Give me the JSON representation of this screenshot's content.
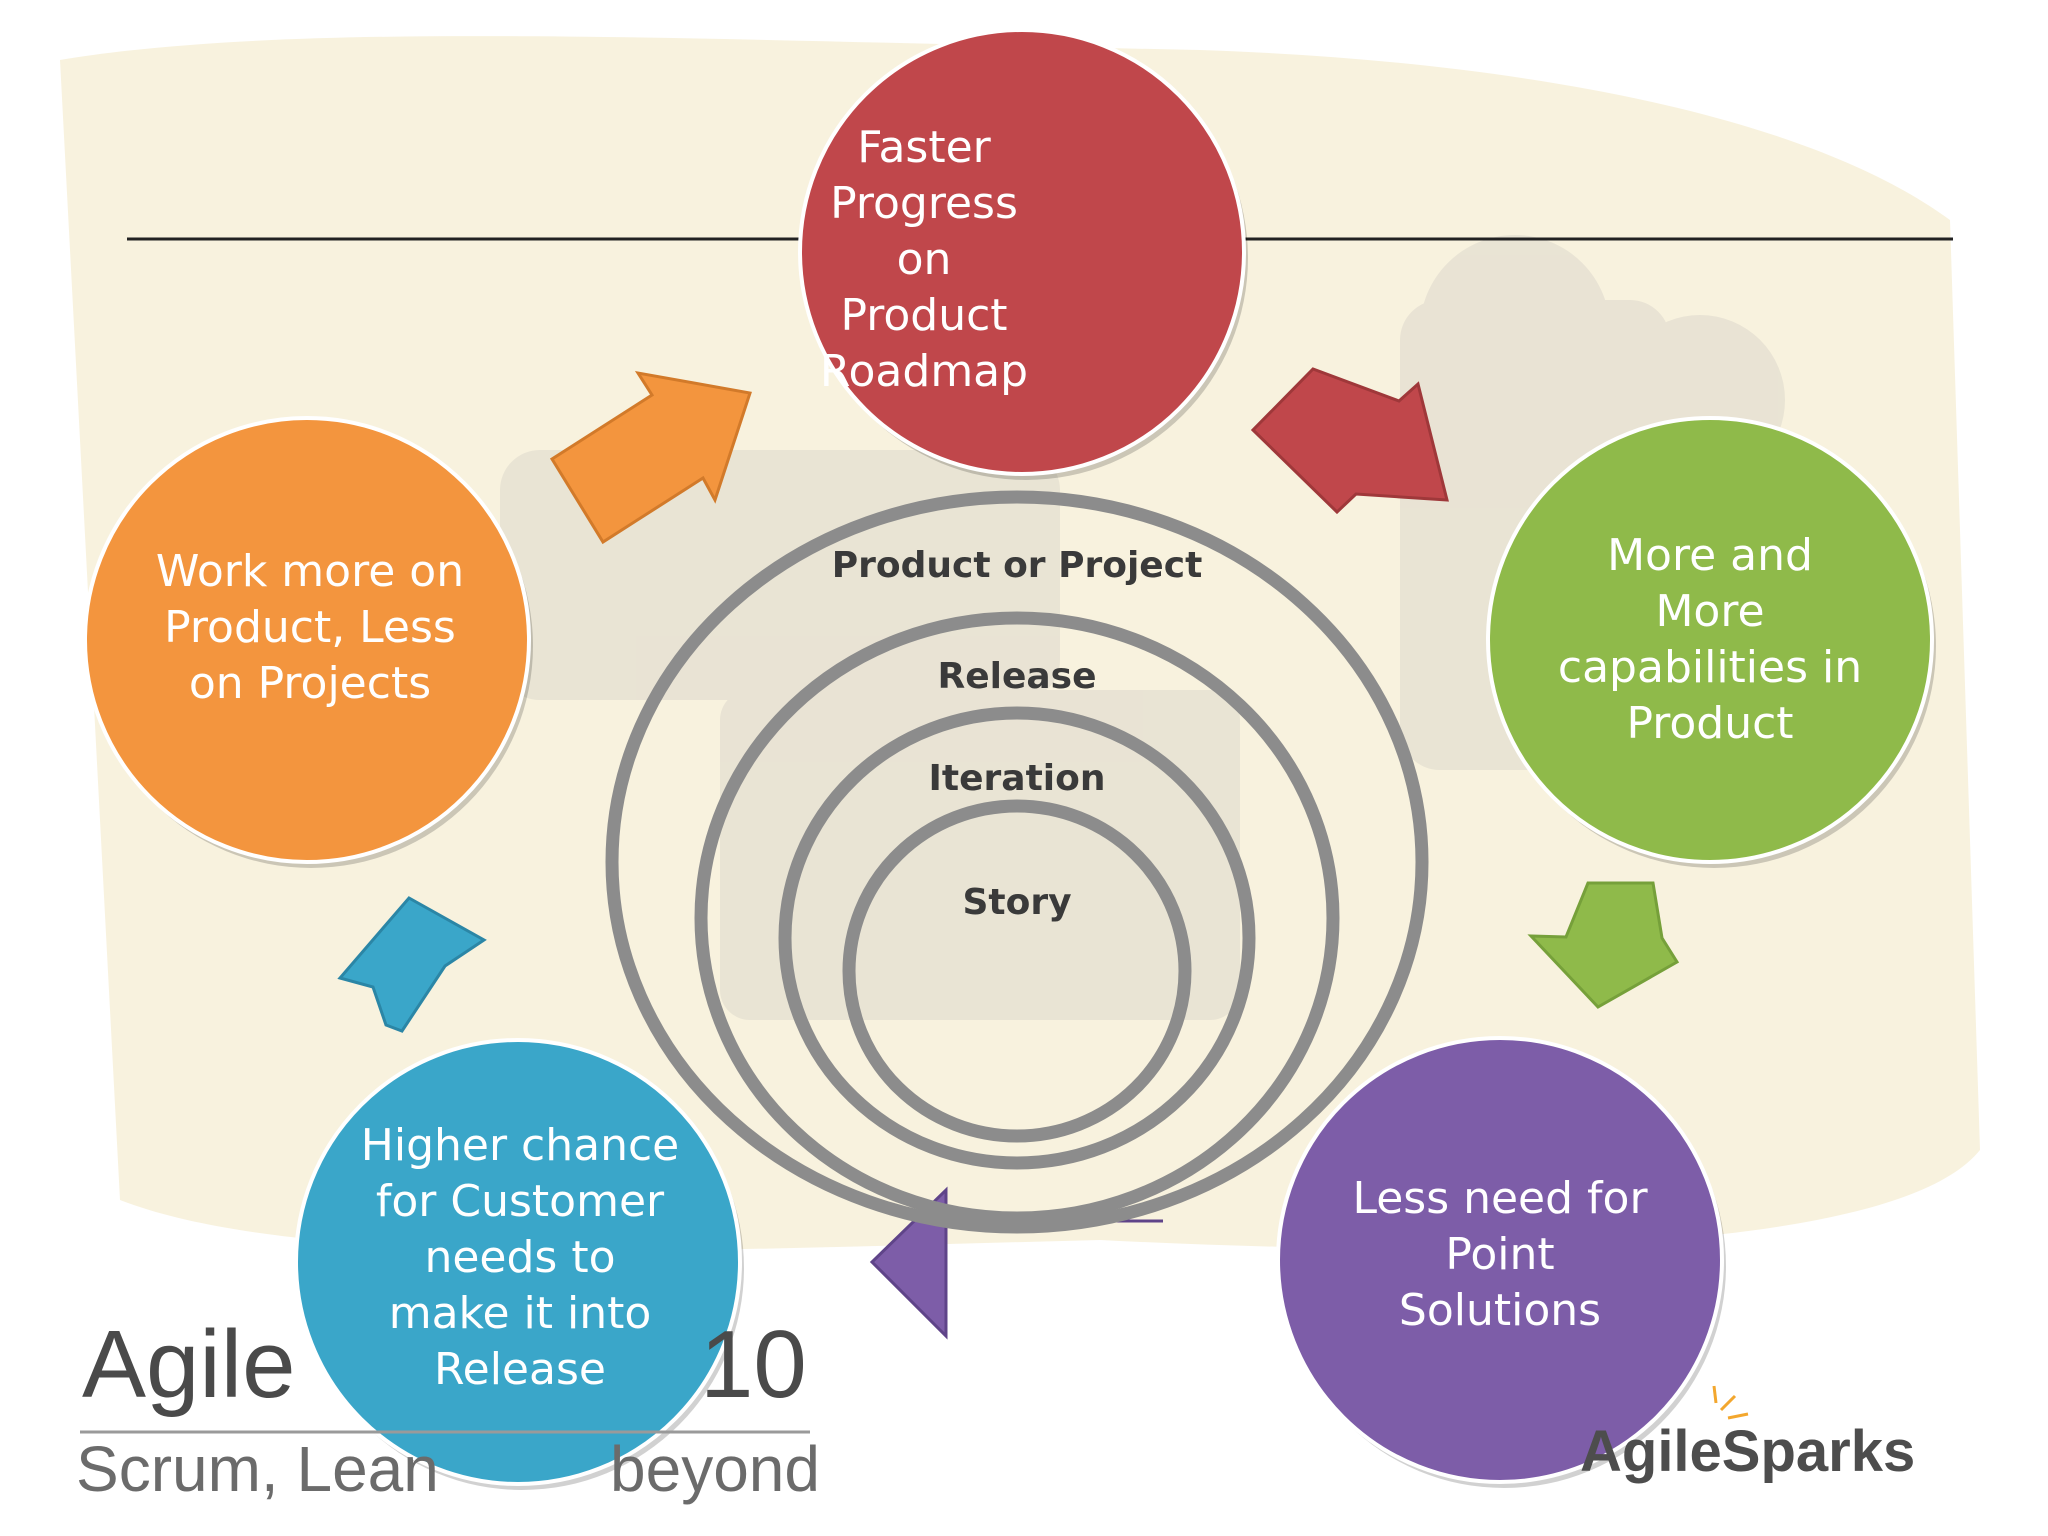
{
  "diagram": {
    "nodes": [
      {
        "id": "roadmap",
        "label": "Faster\nProgress on\nProduct\nRoadmap",
        "color": "#c0474b"
      },
      {
        "id": "capabilities",
        "label": "More and\nMore\ncapabilities in\nProduct",
        "color": "#8fba4a"
      },
      {
        "id": "point_solutions",
        "label": "Less need for\nPoint\nSolutions",
        "color": "#7d5da8"
      },
      {
        "id": "customer_needs",
        "label": "Higher chance\nfor Customer\nneeds to\nmake it into\nRelease",
        "color": "#3aa6c9"
      },
      {
        "id": "work_on_product",
        "label": "Work more on\nProduct, Less\non Projects",
        "color": "#f3953e"
      }
    ],
    "cycle": [
      "roadmap",
      "capabilities",
      "point_solutions",
      "customer_needs",
      "work_on_product",
      "roadmap"
    ],
    "rings": [
      {
        "label": "Product or Project"
      },
      {
        "label": "Release"
      },
      {
        "label": "Iteration"
      },
      {
        "label": "Story"
      }
    ],
    "ring_color": "#8c8c8c"
  },
  "branding": {
    "agile_left": "Agile",
    "agile_right": "10",
    "tagline_left": "Scrum, Lean",
    "tagline_right": "beyond",
    "sparks_logo": "AgileSparks"
  },
  "colors": {
    "line": "#222222",
    "watermark": "#f6efd6"
  }
}
